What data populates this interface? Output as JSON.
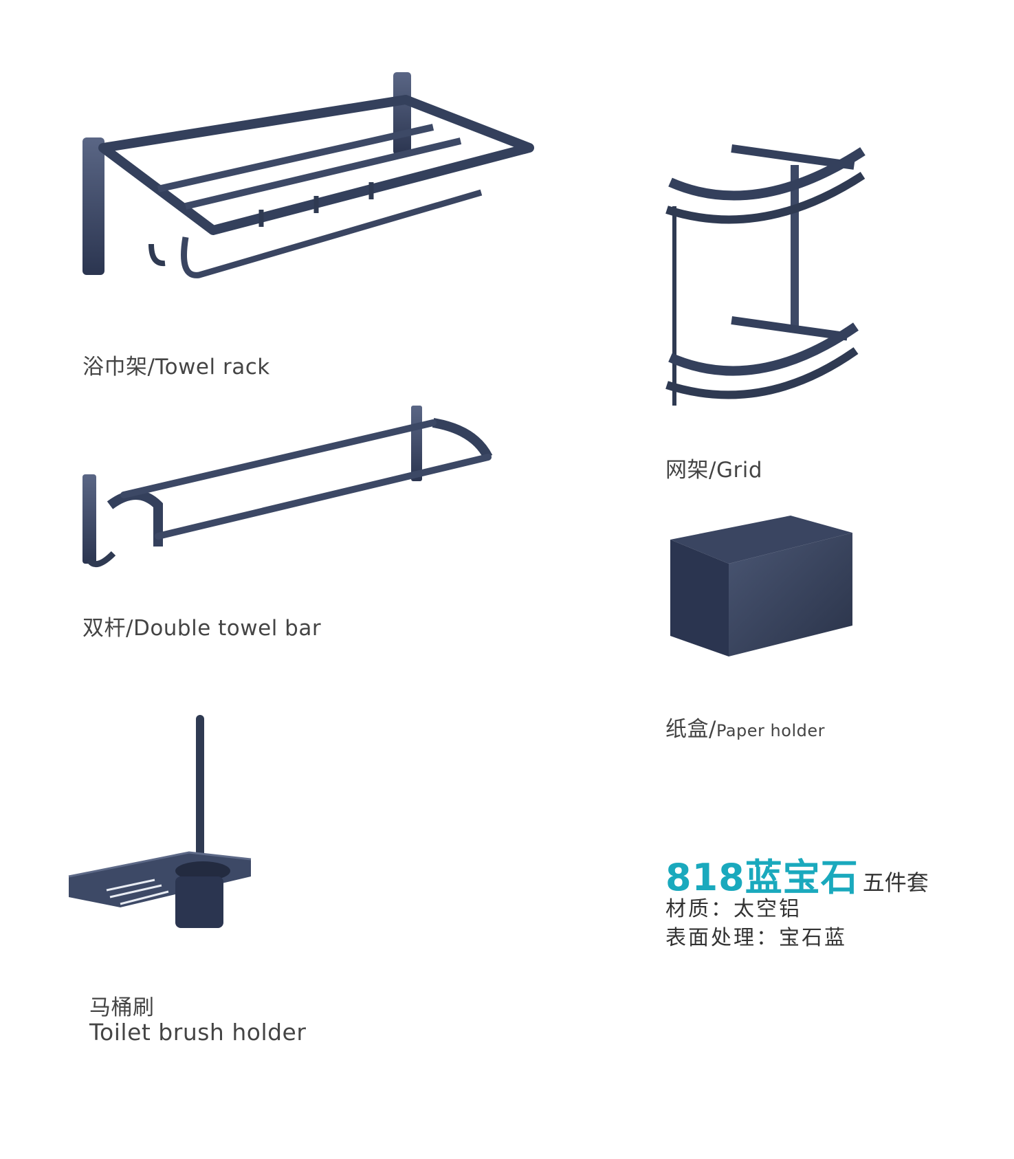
{
  "colors": {
    "accent": "#1aa9bd",
    "metal_dark": "#2f3a52",
    "metal_mid": "#4a5673",
    "metal_light": "#8a93a8",
    "label_text": "#444444"
  },
  "products": [
    {
      "id": "towel-rack",
      "label": "浴巾架/Towel rack"
    },
    {
      "id": "double-towel-bar",
      "label": "双杆/Double towel bar"
    },
    {
      "id": "toilet-brush-holder",
      "label_cn": "马桶刷",
      "label_en": "Toilet brush holder"
    },
    {
      "id": "grid",
      "label": "网架/Grid"
    },
    {
      "id": "paper-holder",
      "label_cn": "纸盒/",
      "label_en": "Paper holder"
    }
  ],
  "set_info": {
    "title_accent": "818蓝宝石",
    "title_rest": "五件套",
    "material": "材质：太空铝",
    "finish": "表面处理：宝石蓝"
  }
}
